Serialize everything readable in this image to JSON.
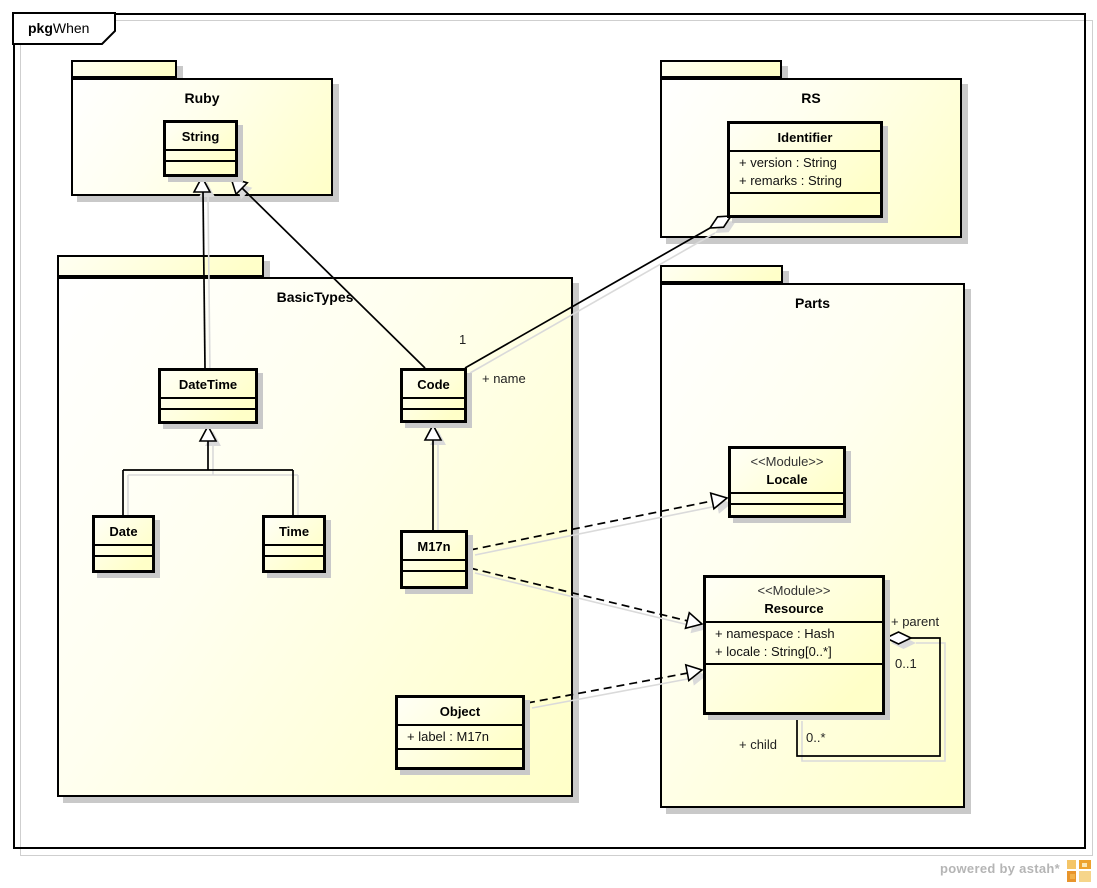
{
  "frame": {
    "keyword": "pkg",
    "title": "When"
  },
  "packages": {
    "ruby": {
      "name": "Ruby"
    },
    "rs": {
      "name": "RS"
    },
    "basictypes": {
      "name": "BasicTypes"
    },
    "parts": {
      "name": "Parts"
    }
  },
  "classes": {
    "string": {
      "name": "String"
    },
    "identifier": {
      "name": "Identifier",
      "attrs": [
        "+ version : String",
        "+ remarks : String"
      ]
    },
    "datetime": {
      "name": "DateTime"
    },
    "code": {
      "name": "Code"
    },
    "date": {
      "name": "Date"
    },
    "time": {
      "name": "Time"
    },
    "m17n": {
      "name": "M17n"
    },
    "object": {
      "name": "Object",
      "attrs": [
        "+ label : M17n"
      ]
    },
    "locale": {
      "stereotype": "<<Module>>",
      "name": "Locale"
    },
    "resource": {
      "stereotype": "<<Module>>",
      "name": "Resource",
      "attrs": [
        "+ namespace : Hash",
        "+ locale : String[0..*]"
      ]
    }
  },
  "edge_labels": {
    "code_name_multiplicity": "1",
    "code_name_role": "+ name",
    "parent_role": "+ parent",
    "parent_multiplicity": "0..1",
    "child_role": "+ child",
    "child_multiplicity": "0..*"
  },
  "watermark": {
    "text": "powered by astah*"
  },
  "colors": {
    "node_fill": "#ffffc8",
    "node_border": "#000000",
    "shadow": "#c9c9c9",
    "watermark_text": "#b5b5b5",
    "logo_orange": "#eda22f"
  }
}
